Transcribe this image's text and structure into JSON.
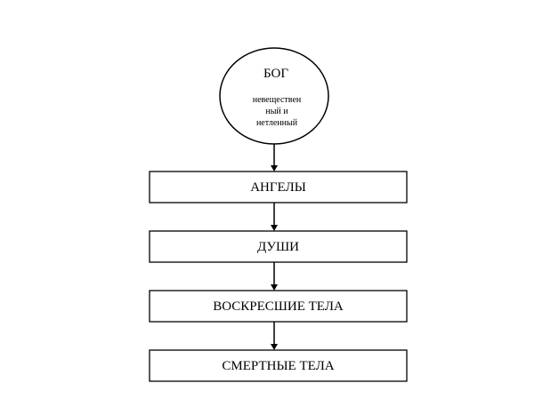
{
  "god": {
    "title": "БОГ",
    "line1": "невеществен",
    "line2": "ный и",
    "line3": "нетленный"
  },
  "levels": [
    {
      "label": "АНГЕЛЫ"
    },
    {
      "label": "ДУШИ"
    },
    {
      "label": "ВОСКРЕСШИЕ ТЕЛА"
    },
    {
      "label": "СМЕРТНЫЕ ТЕЛА"
    }
  ],
  "colors": {
    "stroke": "#000000",
    "fill": "#ffffff"
  }
}
